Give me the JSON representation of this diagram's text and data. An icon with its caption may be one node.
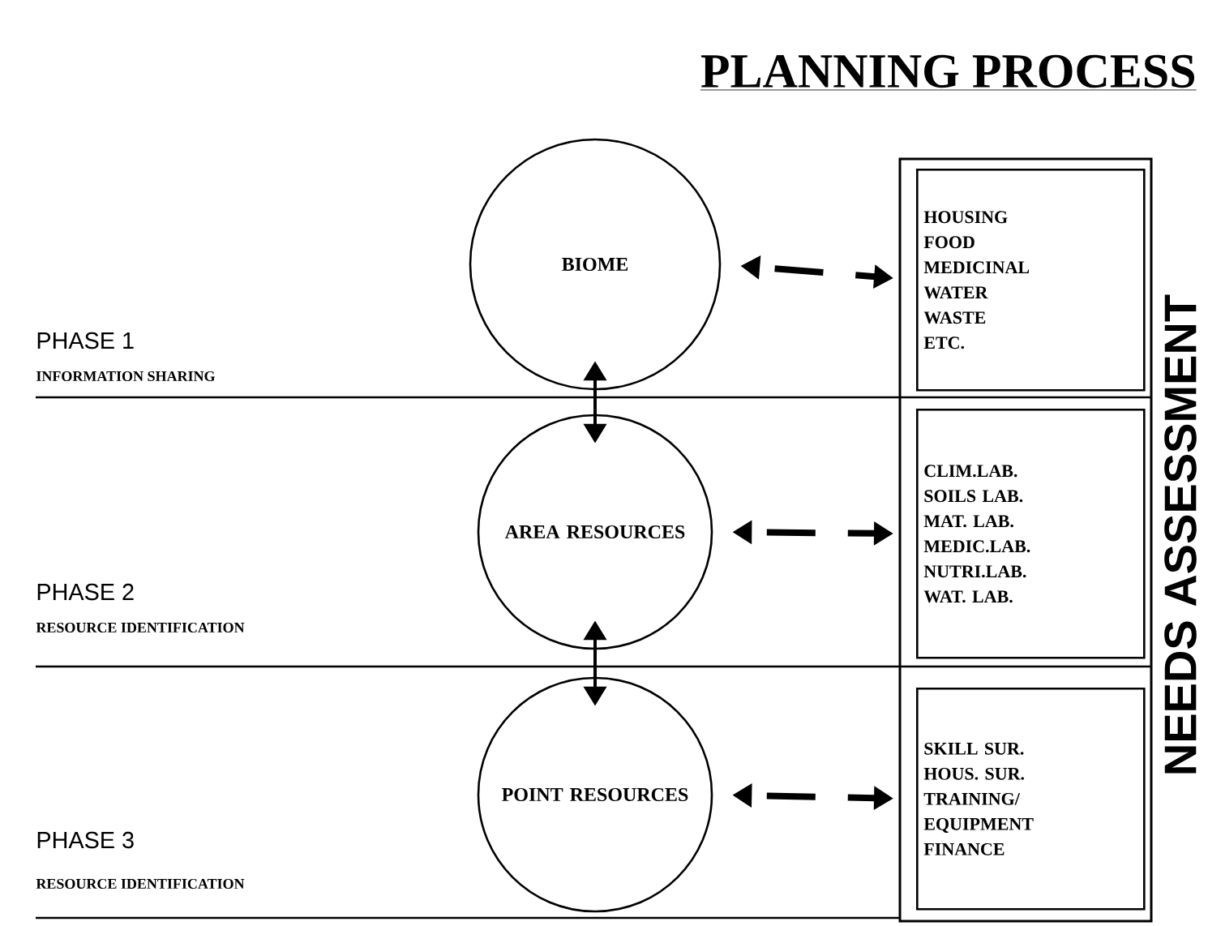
{
  "diagram": {
    "title": "PLANNING PROCESS",
    "nodes": [
      {
        "text": [
          "BIOME"
        ]
      },
      {
        "text": [
          "AREA RESOURCES"
        ]
      },
      {
        "text": [
          "POINT RESOURCES"
        ]
      },
      {
        "text": [
          "HOUSING",
          "FOOD",
          "MEDICINAL",
          "WATER",
          "WASTE",
          "ETC."
        ]
      },
      {
        "text": [
          "CLIM.LAB.",
          "SOILS LAB.",
          "MAT. LAB.",
          "MEDIC.LAB.",
          "NUTRI.LAB.",
          "WAT. LAB."
        ]
      },
      {
        "text": [
          "SKILL SUR.",
          "HOUS. SUR.",
          "TRAINING/",
          "EQUIPMENT",
          "FINANCE"
        ]
      }
    ],
    "edges": [
      {
        "from": 0,
        "to": 1,
        "arrow": "both"
      },
      {
        "from": 1,
        "to": 2,
        "arrow": "both"
      },
      {
        "from": 0,
        "to": 3,
        "arrow": "both",
        "style": "dashed"
      },
      {
        "from": 1,
        "to": 4,
        "arrow": "both",
        "style": "dashed"
      },
      {
        "from": 2,
        "to": 5,
        "arrow": "both",
        "style": "dashed"
      }
    ],
    "labels": [
      "PHASE 1",
      "INFORMATION SHARING",
      "PHASE 2",
      "RESOURCE IDENTIFICATION",
      "PHASE 3",
      "RESOURCE IDENTIFICATION",
      "NEEDS ASSESSMENT"
    ]
  }
}
